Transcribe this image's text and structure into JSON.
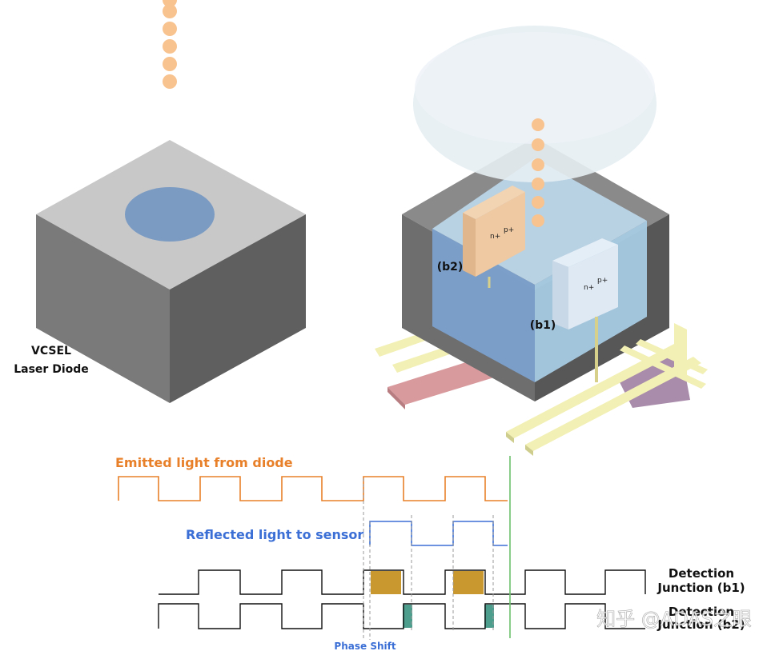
{
  "left_device": {
    "label_line1": "VCSEL",
    "label_line2": "Laser Diode"
  },
  "right_device": {
    "label_b1": "(b1)",
    "label_b2": "(b2)",
    "junction_n": "n+",
    "junction_p": "p+"
  },
  "timing": {
    "emitted_label": "Emitted light from diode",
    "reflected_label": "Reflected light to sensor",
    "det_b1_line1": "Detection",
    "det_b1_line2": "Junction (b1)",
    "det_b2_line1": "Detection",
    "det_b2_line2": "Junction (b2)",
    "phase_shift_label": "Phase Shift"
  },
  "watermark": "知乎 @ADAS之眼",
  "colors": {
    "emitted": "#e8802a",
    "reflected": "#3b6fd6",
    "b1_fill": "#c9982e",
    "b2_fill": "#4e9e8e",
    "cutoff_line": "#6cbf6c",
    "dots": "#f8c38f"
  }
}
